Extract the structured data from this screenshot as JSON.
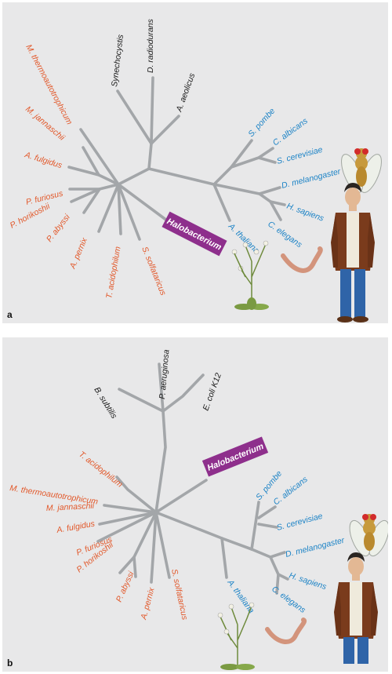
{
  "panels": [
    {
      "letter": "a",
      "bacteria": [
        "Synechocystis",
        "D. radiodurans",
        "A. aeolicus"
      ],
      "archaea": [
        "M. thermoautotrophicum",
        "M. jannaschii",
        "A. fulgidus",
        "P. furiosus",
        "P. horikoshii",
        "P. abyssi",
        "A. pernix",
        "T. acidophilum",
        "S. solfataricus"
      ],
      "eukarya": [
        "S. pombe",
        "C. albicans",
        "S. cerevisiae",
        "D. melanogaster",
        "H. sapiens",
        "C. elegans",
        "A. thaliana"
      ],
      "highlight": "Halobacterium"
    },
    {
      "letter": "b",
      "bacteria": [
        "B. subtilis",
        "P. aeruginosa",
        "E. coli K12"
      ],
      "archaea": [
        "T. acidophilum",
        "M. thermoautotrophicum",
        "M. jannaschii",
        "A. fulgidus",
        "P. furiosus",
        "P. horikoshii",
        "P. abyssi",
        "A. pernix",
        "S. solfataricus"
      ],
      "eukarya": [
        "S. pombe",
        "C. albicans",
        "S. cerevisiae",
        "D. melanogaster",
        "H. sapiens",
        "C. elegans",
        "A. thaliana"
      ],
      "highlight": "Halobacterium"
    }
  ],
  "colors": {
    "archaea": "#e2582a",
    "eukarya": "#1c83c6",
    "bacteria": "#1a1a1a",
    "highlight_box": "#8e2f8c",
    "branch": "#a3a6a9",
    "background": "#e8e8e9"
  },
  "illustrations": [
    "fruit-fly-icon",
    "man-icon",
    "worm-icon",
    "plant-icon"
  ]
}
